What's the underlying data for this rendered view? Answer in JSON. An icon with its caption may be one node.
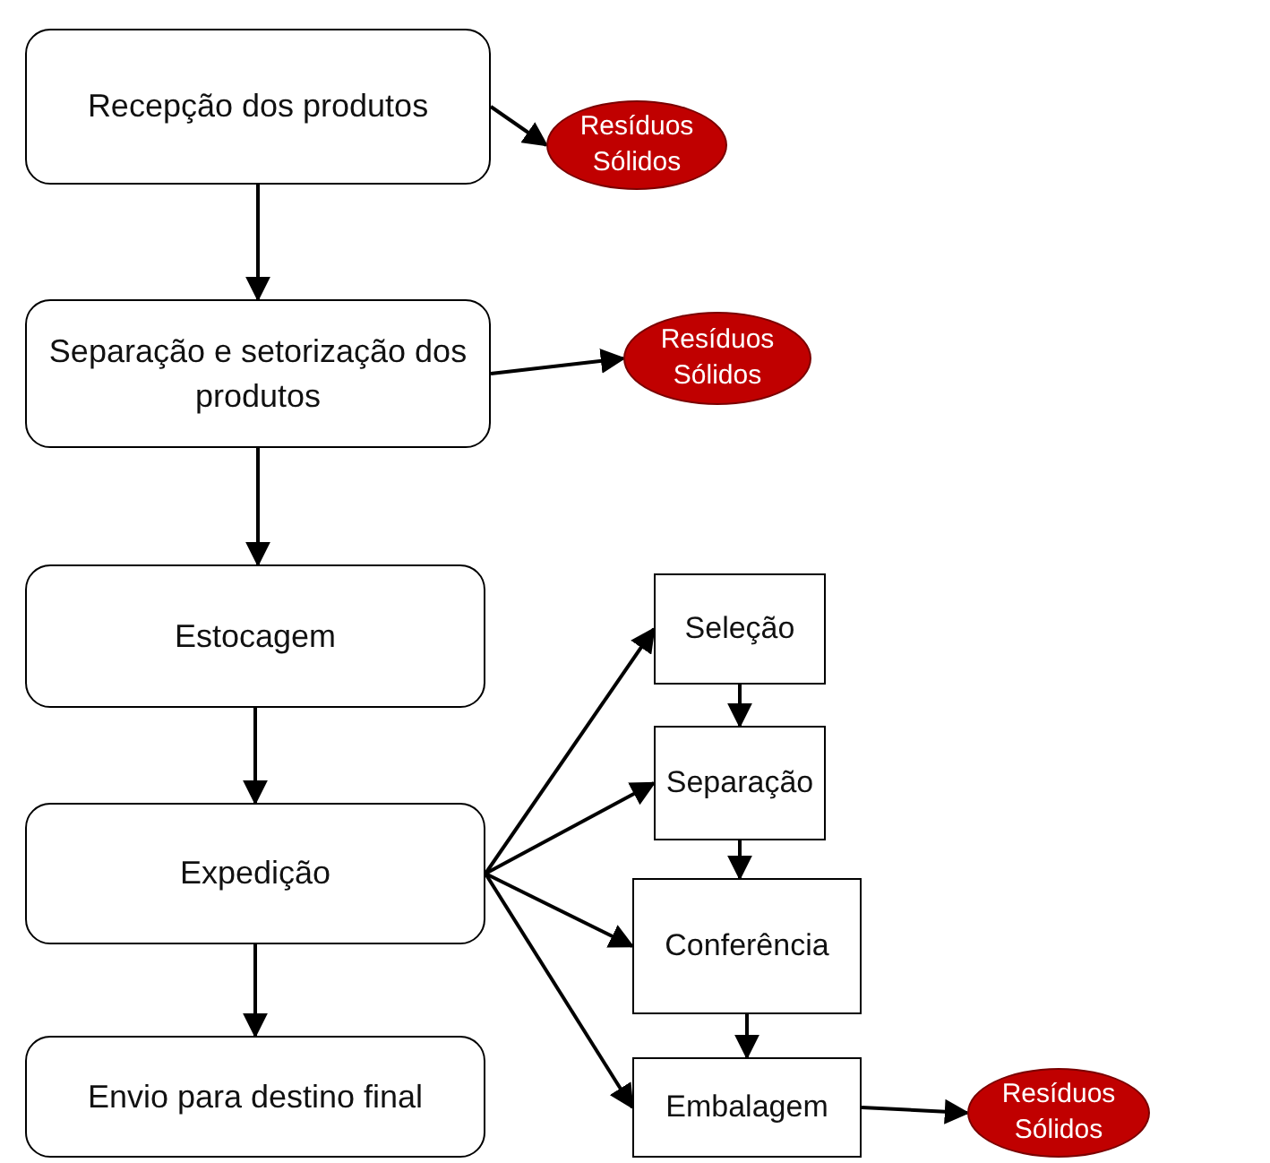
{
  "diagram": {
    "nodes": [
      {
        "text": [
          "Recepção dos produtos"
        ]
      },
      {
        "text": [
          "Resíduos Sólidos"
        ]
      },
      {
        "text": [
          "Separação e setorização dos produtos"
        ]
      },
      {
        "text": [
          "Resíduos Sólidos"
        ]
      },
      {
        "text": [
          "Estocagem"
        ]
      },
      {
        "text": [
          "Expedição"
        ]
      },
      {
        "text": [
          "Envio para destino final"
        ]
      },
      {
        "text": [
          "Seleção"
        ]
      },
      {
        "text": [
          "Separação"
        ]
      },
      {
        "text": [
          "Conferência"
        ]
      },
      {
        "text": [
          "Embalagem"
        ]
      },
      {
        "text": [
          "Resíduos Sólidos"
        ]
      }
    ],
    "edges": [
      {
        "from": 0,
        "to": 1,
        "arrow": "to"
      },
      {
        "from": 0,
        "to": 2,
        "arrow": "to"
      },
      {
        "from": 2,
        "to": 3,
        "arrow": "to"
      },
      {
        "from": 2,
        "to": 4,
        "arrow": "to"
      },
      {
        "from": 4,
        "to": 5,
        "arrow": "to"
      },
      {
        "from": 5,
        "to": 6,
        "arrow": "to"
      },
      {
        "from": 5,
        "to": 7,
        "arrow": "to"
      },
      {
        "from": 5,
        "to": 8,
        "arrow": "to"
      },
      {
        "from": 5,
        "to": 9,
        "arrow": "to"
      },
      {
        "from": 5,
        "to": 10,
        "arrow": "to"
      },
      {
        "from": 7,
        "to": 8,
        "arrow": "to"
      },
      {
        "from": 8,
        "to": 9,
        "arrow": "to"
      },
      {
        "from": 9,
        "to": 10,
        "arrow": "to"
      },
      {
        "from": 10,
        "to": 11,
        "arrow": "to"
      }
    ]
  }
}
